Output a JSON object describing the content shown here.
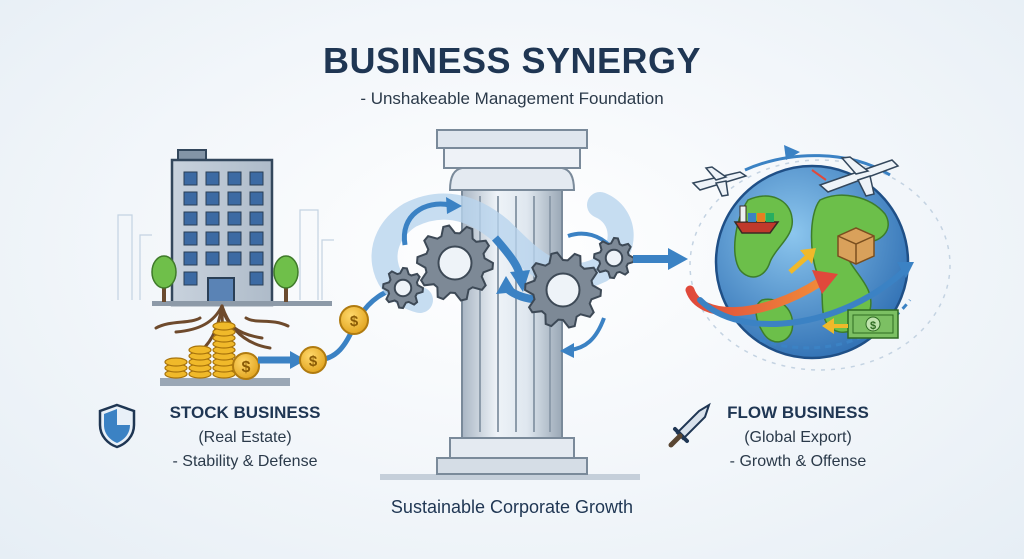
{
  "header": {
    "title": "BUSINESS SYNERGY",
    "subtitle": "- Unshakeable Management Foundation"
  },
  "stock": {
    "title": "STOCK BUSINESS",
    "subtitle": "(Real Estate)",
    "tagline": "- Stability & Defense",
    "icon": "shield-icon"
  },
  "flow": {
    "title": "FLOW BUSINESS",
    "subtitle": "(Global Export)",
    "tagline": "- Growth & Offense",
    "icon": "sword-icon"
  },
  "footer": {
    "caption": "Sustainable Corporate Growth"
  },
  "colors": {
    "navy": "#1f3653",
    "blue": "#3b82c4",
    "gold": "#f0b92a",
    "green": "#5aa645",
    "red": "#e0493b",
    "gray": "#7a8794"
  }
}
